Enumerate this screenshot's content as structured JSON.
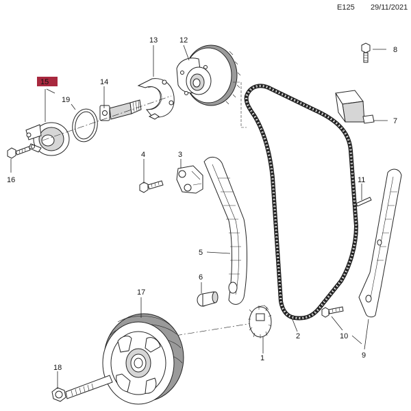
{
  "header": {
    "code": "E125",
    "date": "29/11/2021"
  },
  "highlight_color": "#a8283e",
  "labels": {
    "p1": "1",
    "p2": "2",
    "p3": "3",
    "p4": "4",
    "p5": "5",
    "p6": "6",
    "p7": "7",
    "p8": "8",
    "p9": "9",
    "p10": "10",
    "p11": "11",
    "p12": "12",
    "p13": "13",
    "p14": "14",
    "p15": "15",
    "p16": "16",
    "p17": "17",
    "p18": "18",
    "p19": "19"
  }
}
